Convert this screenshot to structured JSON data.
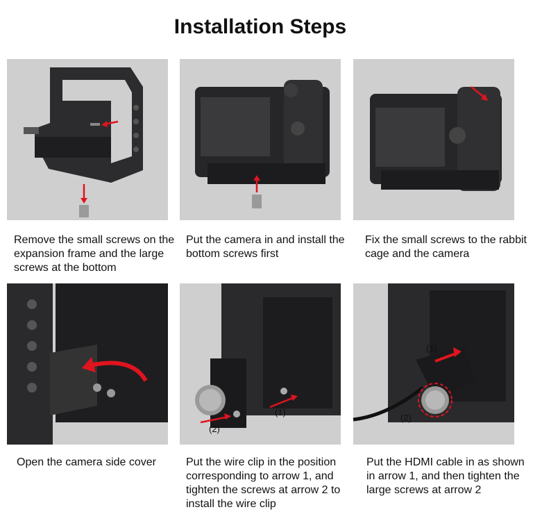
{
  "title": "Installation Steps",
  "accent_color": "#e0141e",
  "steps": [
    {
      "caption": "Remove the small screws on the expansion frame and the large screws at the bottom"
    },
    {
      "caption": "Put the camera in and install the bottom screws first"
    },
    {
      "caption": "Fix the small screws to the rabbit cage and the camera"
    },
    {
      "caption": "Open the camera side cover"
    },
    {
      "caption": "Put the wire clip in the position corresponding to arrow 1, and tighten the screws at arrow 2 to install the wire clip",
      "labels": [
        "(1)",
        "(2)"
      ]
    },
    {
      "caption": "Put the HDMI cable in as shown in arrow 1, and then tighten the large screws at arrow 2",
      "labels": [
        "(1)",
        "(2)"
      ]
    }
  ]
}
